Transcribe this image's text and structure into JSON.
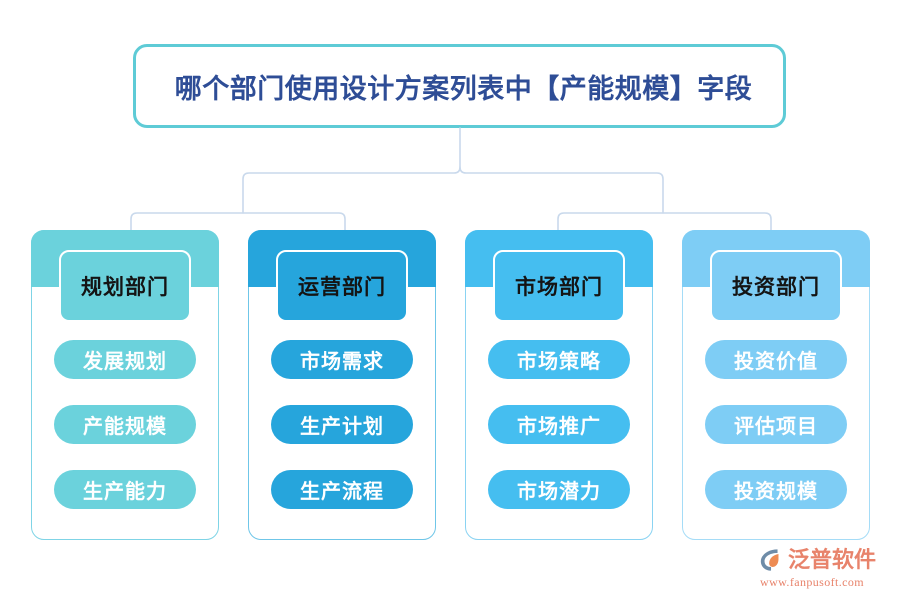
{
  "title": {
    "text": "哪个部门使用设计方案列表中【产能规模】字段",
    "border_color": "#5ECBD6",
    "text_color": "#2E4D96"
  },
  "connector": {
    "color": "#C9D9EC"
  },
  "columns": [
    {
      "header": "规划部门",
      "color": "#6BD2DC",
      "border_color": "#7FD4E6",
      "items": [
        "发展规划",
        "产能规模",
        "生产能力"
      ]
    },
    {
      "header": "运营部门",
      "color": "#26A5DC",
      "border_color": "#6FC6E8",
      "items": [
        "市场需求",
        "生产计划",
        "生产流程"
      ]
    },
    {
      "header": "市场部门",
      "color": "#45BEF0",
      "border_color": "#8AD3F2",
      "items": [
        "市场策略",
        "市场推广",
        "市场潜力"
      ]
    },
    {
      "header": "投资部门",
      "color": "#7ECDF5",
      "border_color": "#A5DCF7",
      "items": [
        "投资价值",
        "评估项目",
        "投资规模"
      ]
    }
  ],
  "logo": {
    "name": "泛普软件",
    "url": "www.fanpusoft.com",
    "color": "#E8836B",
    "mark_color": "#6E8CA8"
  }
}
